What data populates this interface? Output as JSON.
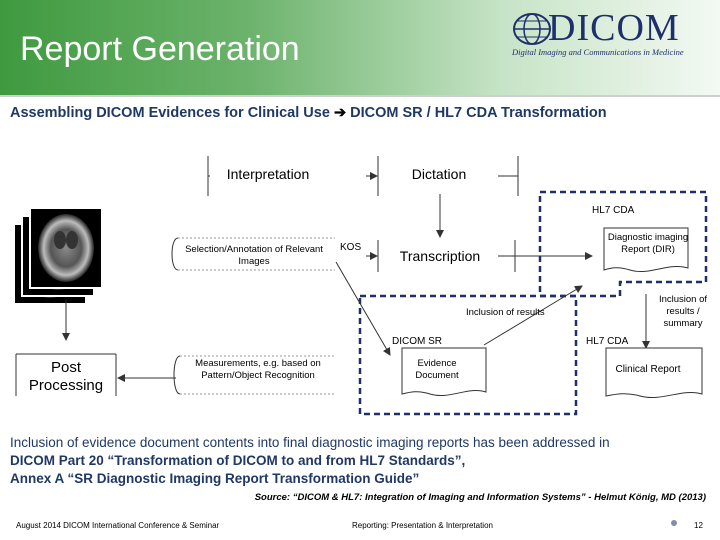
{
  "header": {
    "title": "Report Generation",
    "logo_text": "DICOM",
    "logo_tagline": "Digital Imaging and Communications in Medicine"
  },
  "subtitle": {
    "part1": "Assembling DICOM Evidences for Clinical Use",
    "arrow": "➔",
    "part2": "DICOM SR / HL7 CDA Transformation"
  },
  "diagram": {
    "interpretation": "Interpretation",
    "dictation": "Dictation",
    "selection": "Selection/Annotation of Relevant Images",
    "kos": "KOS",
    "transcription": "Transcription",
    "hl7_cda_top": "HL7 CDA",
    "dir": "Diagnostic imaging Report (DIR)",
    "inclusion_results_right": "Inclusion of results / summary",
    "inclusion_results": "Inclusion of results",
    "dicom_sr": "DICOM SR",
    "evidence_document": "Evidence Document",
    "hl7_cda_bottom": "HL7 CDA",
    "clinical_report": "Clinical Report",
    "post_processing": "Post Processing",
    "measurements": "Measurements, e.g. based on Pattern/Object Recognition"
  },
  "body_text": {
    "line1": "Inclusion of evidence document contents into final diagnostic imaging reports has been addressed in",
    "line2": "DICOM Part 20 “Transformation of DICOM to and from HL7 Standards”,",
    "line3": "Annex A “SR Diagnostic Imaging Report Transformation Guide”"
  },
  "source": "Source: “DICOM & HL7: Integration of Imaging and Information Systems” - Helmut König, MD (2013)",
  "footer": {
    "left": "August 2014 DICOM International Conference & Seminar",
    "center": "Reporting: Presentation & Interpretation",
    "page": "12"
  },
  "colors": {
    "header_green": "#3f9a3f",
    "navy": "#1f3864",
    "logo_navy": "#1f2f6b"
  }
}
